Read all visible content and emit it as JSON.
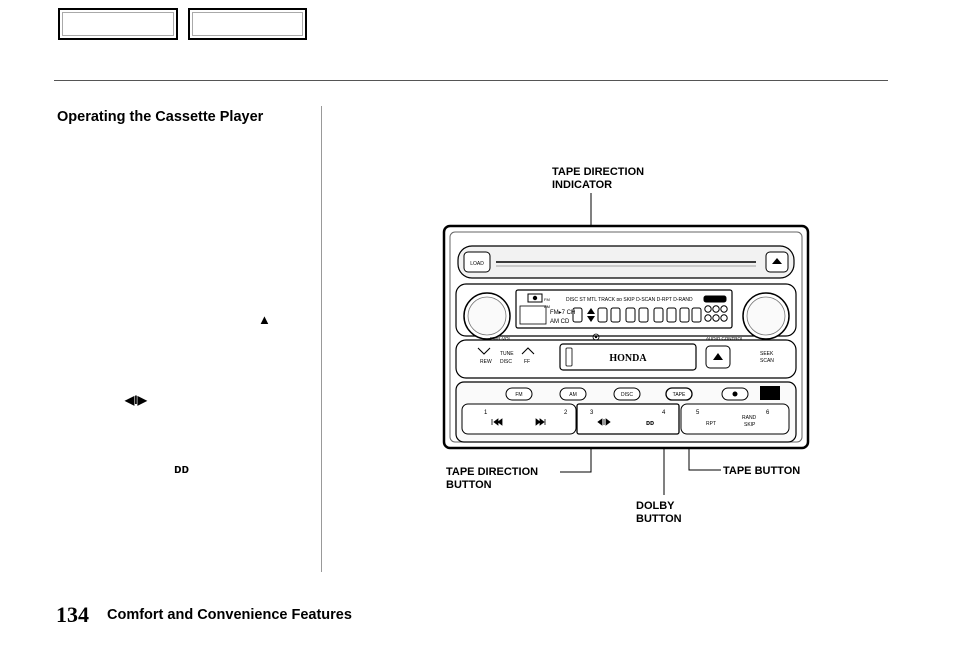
{
  "section": {
    "title": "Operating the Cassette Player"
  },
  "margin_glyphs": {
    "eject": "▲",
    "tape_direction": "◀I▶",
    "dolby": "ᴅᴅ"
  },
  "callouts": {
    "tape_direction_indicator": [
      "TAPE DIRECTION",
      "INDICATOR"
    ],
    "tape_direction_button": [
      "TAPE DIRECTION",
      "BUTTON"
    ],
    "dolby_button": [
      "DOLBY",
      "BUTTON"
    ],
    "tape_button": "TAPE BUTTON"
  },
  "radio": {
    "load": "LOAD",
    "display_top": "DISC ST MTL TRACK ᴅᴅ SKIP D-SCAN D-RPT D-RAND",
    "fm_label": "FM",
    "am_label": "AM",
    "cd_label": "FM▸7 CH",
    "amcd_label": "AM CD",
    "pwr_vol": "PWR·VOL",
    "tune": "TUNE",
    "rew": "REW",
    "disc": "DISC",
    "ff": "FF",
    "brand": "HONDA",
    "audio_control": "AUDIO CONTROL",
    "seek": "SEEK",
    "scan": "SCAN",
    "btn_fm": "FM",
    "btn_am": "AM",
    "btn_disc": "DISC",
    "btn_tape": "TAPE",
    "preset_1": "1",
    "preset_2": "2",
    "preset_3": "3",
    "preset_4": "4",
    "preset_5": "5",
    "preset_6": "6",
    "rpt": "RPT",
    "rand": "RAND",
    "skip": "SKIP"
  },
  "footer": {
    "page_number": "134",
    "chapter": "Comfort and Convenience Features"
  }
}
